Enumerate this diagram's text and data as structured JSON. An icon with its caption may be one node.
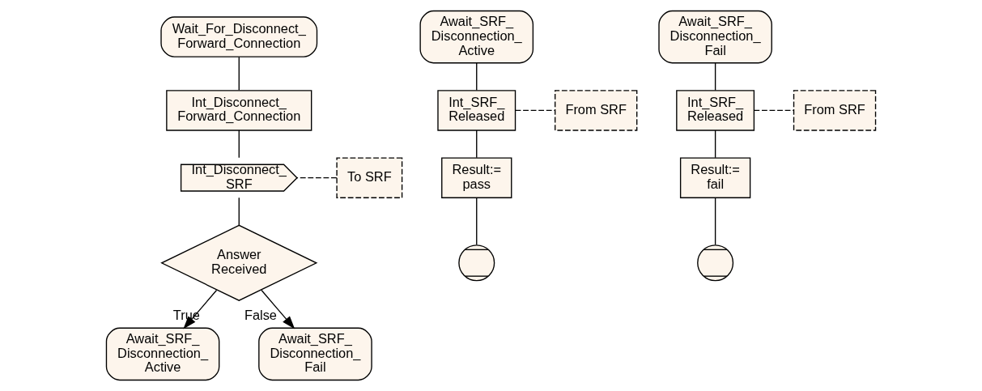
{
  "diagram": {
    "nodes": [
      {
        "text": [
          "Wait_For_Disconnect_ Forward_Connection"
        ]
      },
      {
        "text": [
          "Int_Disconnect_ Forward_Connection"
        ]
      },
      {
        "text": [
          "To SRF"
        ]
      },
      {
        "text": [
          "Int_Disconnect_ SRF"
        ]
      },
      {
        "text": [
          "Answer Received"
        ]
      },
      {
        "text": [
          "Await_SRF_ Disconnection_ Active"
        ]
      },
      {
        "text": [
          "Await_SRF_ Disconnection_ Fail"
        ]
      },
      {
        "text": [
          "Await_SRF_ Disconnection_ Active"
        ]
      },
      {
        "text": [
          "Int_SRF_ Released"
        ]
      },
      {
        "text": [
          "From SRF"
        ]
      },
      {
        "text": [
          "Result:= pass"
        ]
      },
      {
        "text": [],
        "shape": "circle"
      },
      {
        "text": [
          "Await_SRF_ Disconnection_ Fail"
        ]
      },
      {
        "text": [
          "Int_SRF_ Released"
        ]
      },
      {
        "text": [
          "From SRF"
        ]
      },
      {
        "text": [
          "Result:= fail"
        ]
      },
      {
        "text": [],
        "shape": "circle"
      }
    ],
    "edges": [
      {
        "from": 0,
        "to": 1,
        "arrow": "none"
      },
      {
        "from": 1,
        "to": 3,
        "arrow": "none"
      },
      {
        "from": 2,
        "to": 3,
        "arrow": "none",
        "style": "dashed"
      },
      {
        "from": 3,
        "to": 4,
        "arrow": "none"
      },
      {
        "from": 4,
        "to": 5,
        "arrow": "to",
        "label": "True"
      },
      {
        "from": 4,
        "to": 6,
        "arrow": "to",
        "label": "False"
      },
      {
        "from": 7,
        "to": 8,
        "arrow": "none"
      },
      {
        "from": 8,
        "to": 9,
        "arrow": "none",
        "style": "dashed"
      },
      {
        "from": 8,
        "to": 10,
        "arrow": "none"
      },
      {
        "from": 10,
        "to": 11,
        "arrow": "none"
      },
      {
        "from": 12,
        "to": 13,
        "arrow": "none"
      },
      {
        "from": 13,
        "to": 14,
        "arrow": "none",
        "style": "dashed"
      },
      {
        "from": 13,
        "to": 15,
        "arrow": "none"
      },
      {
        "from": 15,
        "to": 16,
        "arrow": "none"
      }
    ]
  }
}
